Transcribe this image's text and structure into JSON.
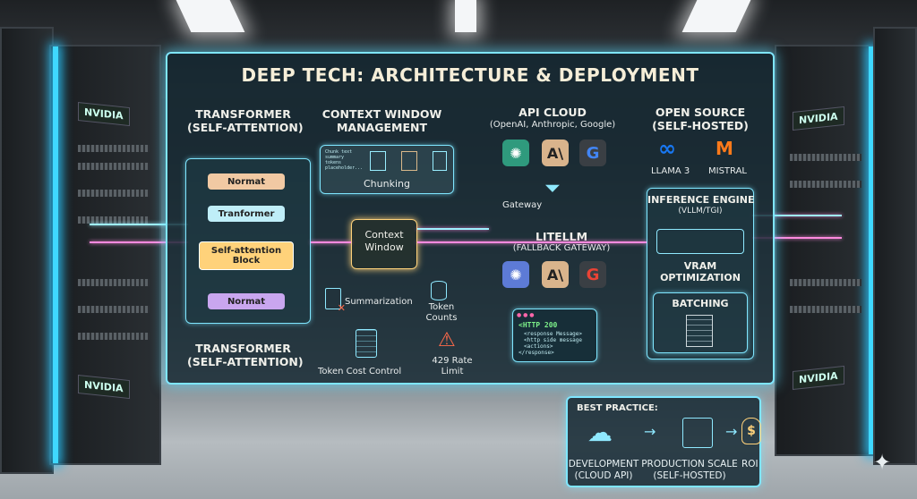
{
  "title": "DEEP TECH: ARCHITECTURE & DEPLOYMENT",
  "racks": {
    "left_labels": [
      "NVIDIA",
      "NVIDIA"
    ],
    "right_labels": [
      "NVIDIA",
      "NVIDIA"
    ]
  },
  "transformer": {
    "header": [
      "TRANSFORMER",
      "(SELF-ATTENTION)"
    ],
    "footer": [
      "TRANSFORMER",
      "(SELF-ATTENTION)"
    ],
    "blocks": [
      "Normat",
      "Tranformer",
      "Self-attention Block",
      "Normat"
    ]
  },
  "context": {
    "header": [
      "CONTEXT WINDOW",
      "MANAGEMENT"
    ],
    "chunk_text": "Chunk text summary tokens placeholder...",
    "chunking": "Chunking",
    "context_window": "Context Window",
    "summarization": "Summarization",
    "token_counts": "Token Counts",
    "token_cost_control": "Token Cost Control",
    "rate_limit": "429 Rate Limit"
  },
  "api": {
    "header": "API CLOUD",
    "providers_text": "(OpenAI, Anthropic, Google)",
    "gateway": "Gateway",
    "litellm": "LITELLM",
    "fallback": "(FALLBACK GATEWAY)",
    "icons": [
      "openai-icon",
      "anthropic-icon",
      "google-icon"
    ],
    "anthropic_glyph": "A\\",
    "google_glyph": "G",
    "http": {
      "status": "<HTTP 200",
      "lines": [
        "<response Message>",
        "<http side message",
        "<actions>",
        "</response>"
      ]
    }
  },
  "open_source": {
    "header": [
      "OPEN SOURCE",
      "(SELF-HOSTED)"
    ],
    "models": [
      "LLAMA 3",
      "MISTRAL"
    ],
    "engine": "INFERENCE ENGINE",
    "engine_sub": "(VLLM/TGI)",
    "vram": [
      "VRAM",
      "OPTIMIZATION"
    ],
    "batching": "BATCHING"
  },
  "best_practice": {
    "label": "BEST PRACTICE:",
    "steps": [
      {
        "line1": "DEVELOPMENT",
        "line2": "(CLOUD API)"
      },
      {
        "line1": "PRODUCTION SCALE",
        "line2": "(SELF-HOSTED)"
      },
      {
        "line1": "ROI",
        "line2": ""
      }
    ],
    "roi_glyph": "$"
  },
  "colors": {
    "glow": "#7fe6ff",
    "pink": "#ff8adf",
    "yellow": "#ffd27a",
    "purple": "#c9a6ef"
  }
}
